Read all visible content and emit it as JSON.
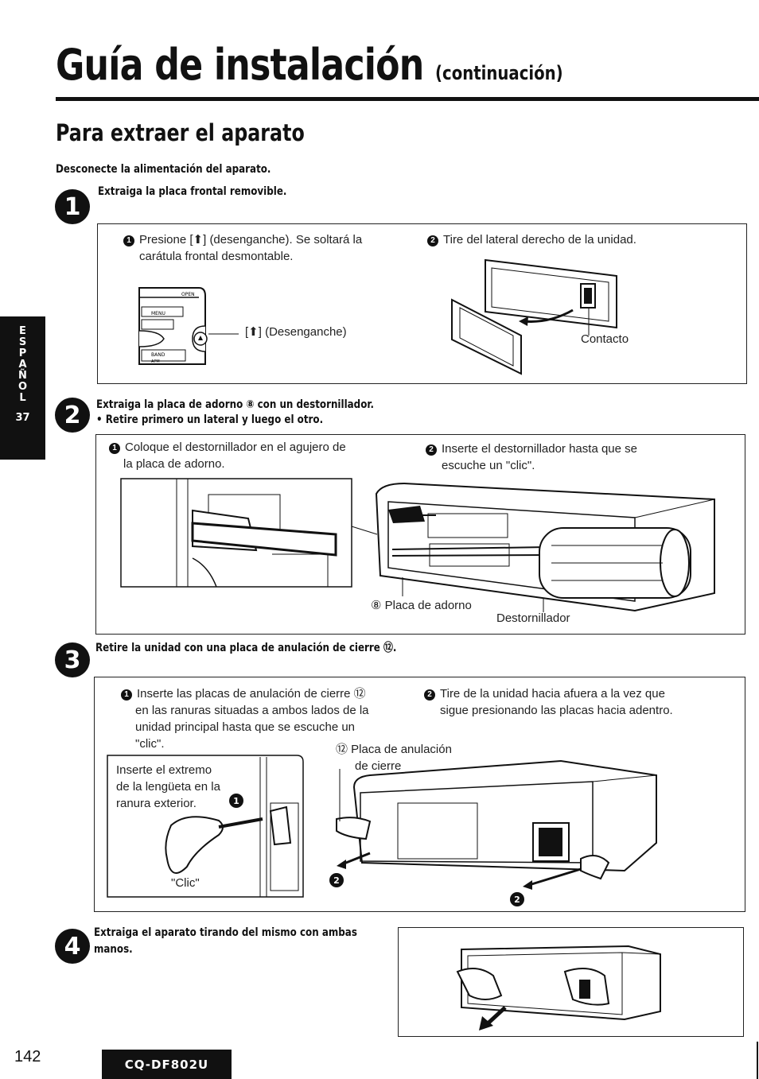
{
  "header": {
    "title": "Guía de instalación",
    "subtitle": "(continuación)"
  },
  "section": {
    "title": "Para extraer el aparato",
    "intro": "Desconecte la alimentación del aparato."
  },
  "side_tab": {
    "letters": [
      "E",
      "S",
      "P",
      "A",
      "Ñ",
      "O",
      "L"
    ],
    "page": "37"
  },
  "step1": {
    "number": "1",
    "heading": "Extraiga la placa frontal removible.",
    "a_line1": "Presione [⬆] (desenganche). Se soltará la",
    "a_line2": "carátula frontal desmontable.",
    "b_text": "Tire del lateral derecho de la unidad.",
    "label_release": "[⬆] (Desenganche)",
    "label_contact": "Contacto",
    "panel_texts": [
      "OPEN",
      "MENU",
      "BAND",
      "APM"
    ]
  },
  "step2": {
    "number": "2",
    "heading": "Extraiga la placa de adorno ⑧ con un destornillador.",
    "bullet": "• Retire primero un lateral y luego el otro.",
    "a_line1": "Coloque el destornillador en el agujero de",
    "a_line2": "la placa de adorno.",
    "b_line1": "Inserte el destornillador hasta que se",
    "b_line2": "escuche un \"clic\".",
    "label_plate": "⑧  Placa de adorno",
    "label_screwdriver": "Destornillador"
  },
  "step3": {
    "number": "3",
    "heading": "Retire la unidad con una placa de anulación de cierre ⑫.",
    "a_line1": "Inserte las placas de anulación de cierre ⑫",
    "a_line2": "en las ranuras situadas a ambos lados de la",
    "a_line3": "unidad principal hasta que se escuche un",
    "a_line4": "\"clic\".",
    "b_line1": "Tire de la unidad hacia afuera a la vez que",
    "b_line2": "sigue presionando las placas hacia adentro.",
    "label_plate_line1": "⑫  Placa de anulación",
    "label_plate_line2": "de cierre",
    "note_line1": "Inserte el extremo",
    "note_line2": "de la lengüeta en la",
    "note_line3": "ranura exterior.",
    "click": "\"Clic\"",
    "marker_1": "1",
    "marker_2": "2"
  },
  "step4": {
    "number": "4",
    "heading_line1": "Extraiga el aparato tirando del mismo con ambas",
    "heading_line2": "manos."
  },
  "footer": {
    "page": "142",
    "model": "CQ-DF802U"
  }
}
